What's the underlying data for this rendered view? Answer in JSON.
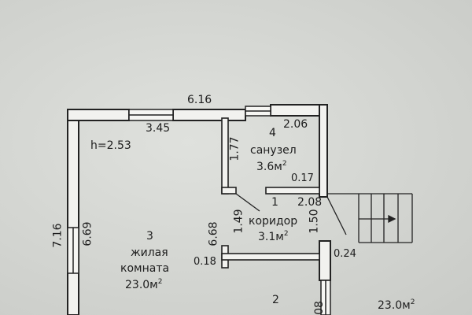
{
  "dimensions": {
    "top_overall": "6.16",
    "top_left_segment": "3.45",
    "ceiling_height": "h=2.53",
    "bath_width": "2.06",
    "bath_depth": "1.77",
    "bath_partition": "0.17",
    "corridor_width": "2.08",
    "corridor_depth_left": "1.49",
    "corridor_depth_right": "1.50",
    "left_outer": "7.16",
    "left_inner": "6.69",
    "room3_side": "6.68",
    "partition_left": "0.18",
    "partition_right": "0.24",
    "bottom_partial": "08"
  },
  "rooms": [
    {
      "number": "4",
      "name": "санузел",
      "area_value": "3.6м",
      "area_exp": "2"
    },
    {
      "number": "1",
      "name": "коридор",
      "area_value": "3.1м",
      "area_exp": "2"
    },
    {
      "number": "3",
      "name_line1": "жилая",
      "name_line2": "комната",
      "area_value": "23.0м",
      "area_exp": "2"
    },
    {
      "number": "2",
      "area_value": "23.0м",
      "area_exp": "2"
    }
  ]
}
